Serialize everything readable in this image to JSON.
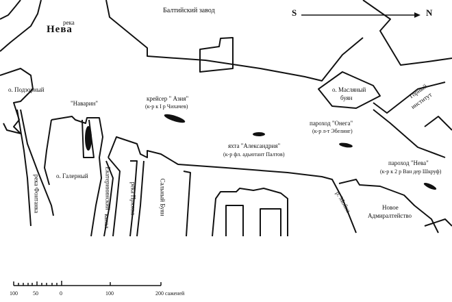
{
  "labels": {
    "river_neva_word": "река",
    "river_neva": "Нева",
    "baltic_plant": "Балтийский завод",
    "compass_s": "S",
    "compass_n": "N",
    "podzorny": "о. Подзорный",
    "navarin": "\"Наварин\"",
    "asia_title": "крейсер \" Азия\"",
    "asia_captain": "(к-р к I р Чихачев)",
    "galerny": "о. Галерный",
    "fontanka": "река Фонтанка",
    "ekaterininsky": "Екатерининский",
    "kanal": "канал",
    "pryazhka": "река Пряжка",
    "salny_buyan": "Сальный Буян",
    "alexandria_title": "яхта \"Александрия\"",
    "alexandria_captain": "(к-р фл. адьютант Палтов)",
    "onega_title": "пароход \"Онега\"",
    "onega_captain": "(к-р л-т Эбелинг)",
    "maslyany_1": "о. Масляный",
    "maslyany_2": "буян",
    "gorny_1": "Горный",
    "gorny_2": "институт",
    "neva_ship_title": "пароход \"Нева\"",
    "neva_ship_captain": "(к-р к 2 р Ван дер Шкруф)",
    "moika": "р. Мойка",
    "admiralty_1": "Новое",
    "admiralty_2": "Адмиралтейство"
  },
  "scale": {
    "ticks": [
      "100",
      "50",
      "0",
      "100",
      "200 саженей"
    ]
  }
}
